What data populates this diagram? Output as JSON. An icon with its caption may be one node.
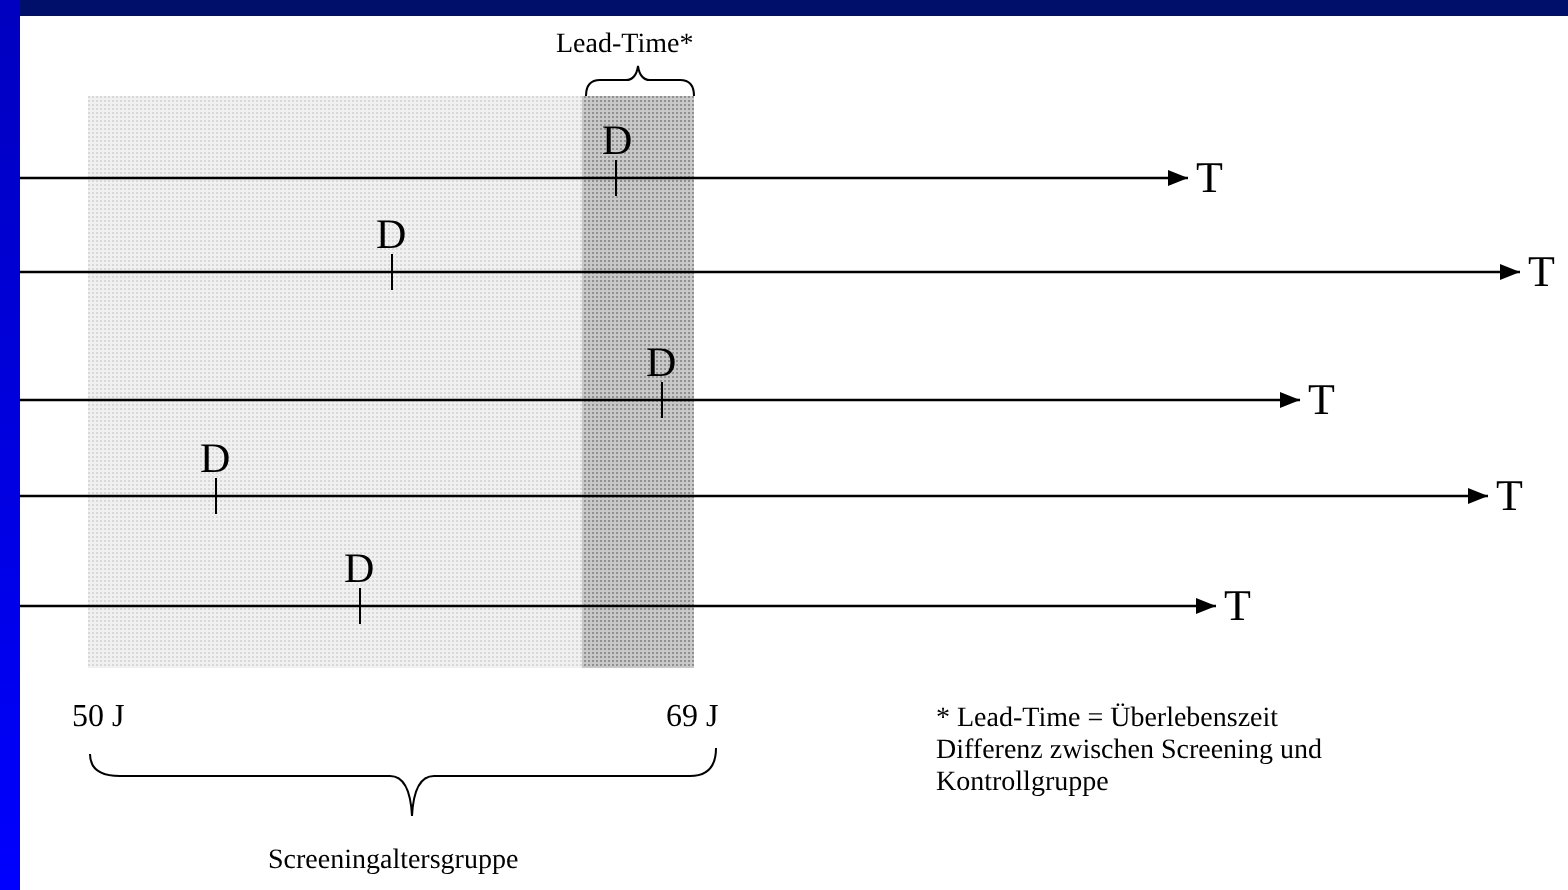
{
  "diagram": {
    "nodes": [
      {
        "text": [
          "T"
        ]
      },
      {
        "text": [
          "T"
        ]
      },
      {
        "text": [
          "T"
        ]
      },
      {
        "text": [
          "T"
        ]
      },
      {
        "text": [
          "T"
        ]
      }
    ],
    "edges": [
      {
        "from": null,
        "to": 0,
        "arrow": "to"
      },
      {
        "from": null,
        "to": 1,
        "arrow": "to"
      },
      {
        "from": null,
        "to": 2,
        "arrow": "to"
      },
      {
        "from": null,
        "to": 3,
        "arrow": "to"
      },
      {
        "from": null,
        "to": 4,
        "arrow": "to"
      }
    ],
    "labels": [
      "Lead-Time*",
      "D",
      "D",
      "D",
      "D",
      "D",
      "50 J",
      "69 J",
      "Screeningaltersgruppe",
      "* Lead-Time = Überlebenszeit Differenz zwischen Screening und Kontrollgruppe"
    ]
  }
}
